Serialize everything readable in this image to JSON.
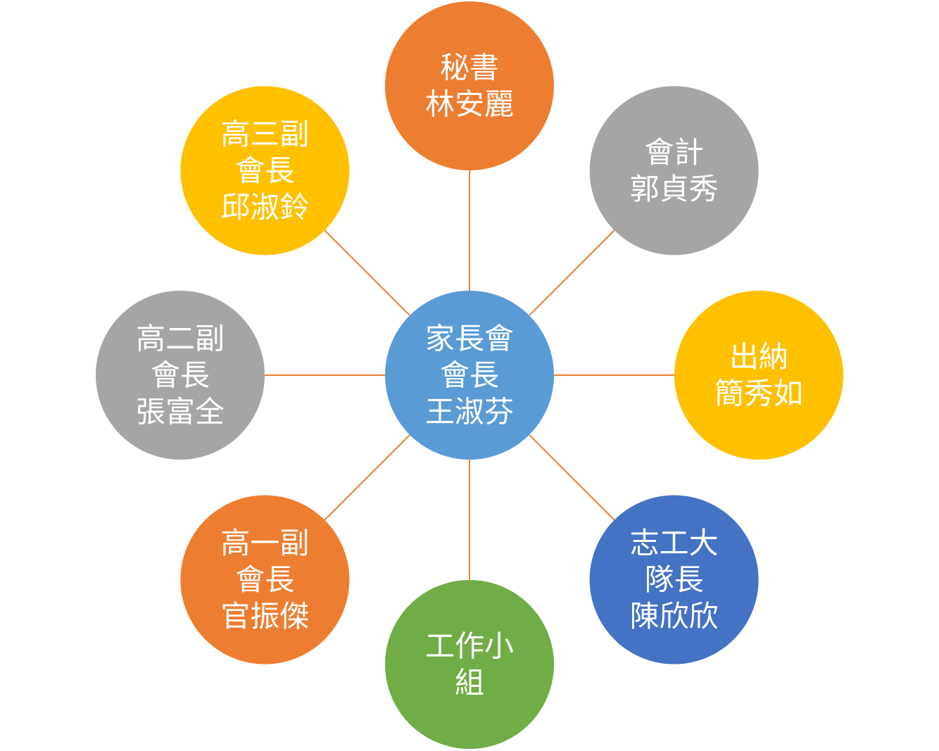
{
  "colors": {
    "connector": "#ED7D31",
    "orange": "#ED7D31",
    "gray": "#A5A5A5",
    "gold": "#FFC000",
    "blue": "#4472C4",
    "light_blue": "#5B9BD5",
    "green": "#70AD47",
    "text": "#FFFFFF"
  },
  "center": {
    "lines": [
      "家長會",
      "會長",
      "王淑芬"
    ],
    "color": "light_blue"
  },
  "nodes": [
    {
      "id": "secretary",
      "lines": [
        "秘書",
        "林安麗"
      ],
      "color": "orange"
    },
    {
      "id": "accountant",
      "lines": [
        "會計",
        "郭貞秀"
      ],
      "color": "gray"
    },
    {
      "id": "cashier",
      "lines": [
        "出納",
        "簡秀如"
      ],
      "color": "gold"
    },
    {
      "id": "volunteer-captain",
      "lines": [
        "志工大",
        "隊長",
        "陳欣欣"
      ],
      "color": "blue"
    },
    {
      "id": "work-group",
      "lines": [
        "工作小",
        "組"
      ],
      "color": "green"
    },
    {
      "id": "grade10-vice-president",
      "lines": [
        "高一副",
        "會長",
        "官振傑"
      ],
      "color": "orange"
    },
    {
      "id": "grade11-vice-president",
      "lines": [
        "高二副",
        "會長",
        "張富全"
      ],
      "color": "gray"
    },
    {
      "id": "grade12-vice-president",
      "lines": [
        "高三副",
        "會長",
        "邱淑鈴"
      ],
      "color": "gold"
    }
  ]
}
